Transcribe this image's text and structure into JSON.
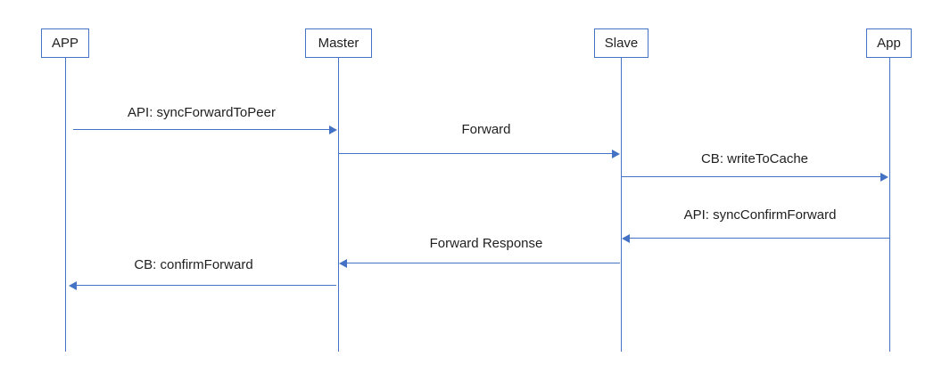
{
  "diagram": {
    "type": "sequence-diagram",
    "colors": {
      "line": "#4472C4",
      "text": "#1f1f1f",
      "background": "#ffffff"
    },
    "actors": [
      {
        "label": "APP"
      },
      {
        "label": "Master"
      },
      {
        "label": "Slave"
      },
      {
        "label": "App"
      }
    ],
    "messages": [
      {
        "label": "API: syncForwardToPeer",
        "from": "APP",
        "to": "Master",
        "direction": "right"
      },
      {
        "label": "Forward",
        "from": "Master",
        "to": "Slave",
        "direction": "right"
      },
      {
        "label": "CB: writeToCache",
        "from": "Slave",
        "to": "App",
        "direction": "right"
      },
      {
        "label": "API: syncConfirmForward",
        "from": "App",
        "to": "Slave",
        "direction": "left"
      },
      {
        "label": "Forward Response",
        "from": "Slave",
        "to": "Master",
        "direction": "left"
      },
      {
        "label": "CB: confirmForward",
        "from": "Master",
        "to": "APP",
        "direction": "left"
      }
    ]
  }
}
